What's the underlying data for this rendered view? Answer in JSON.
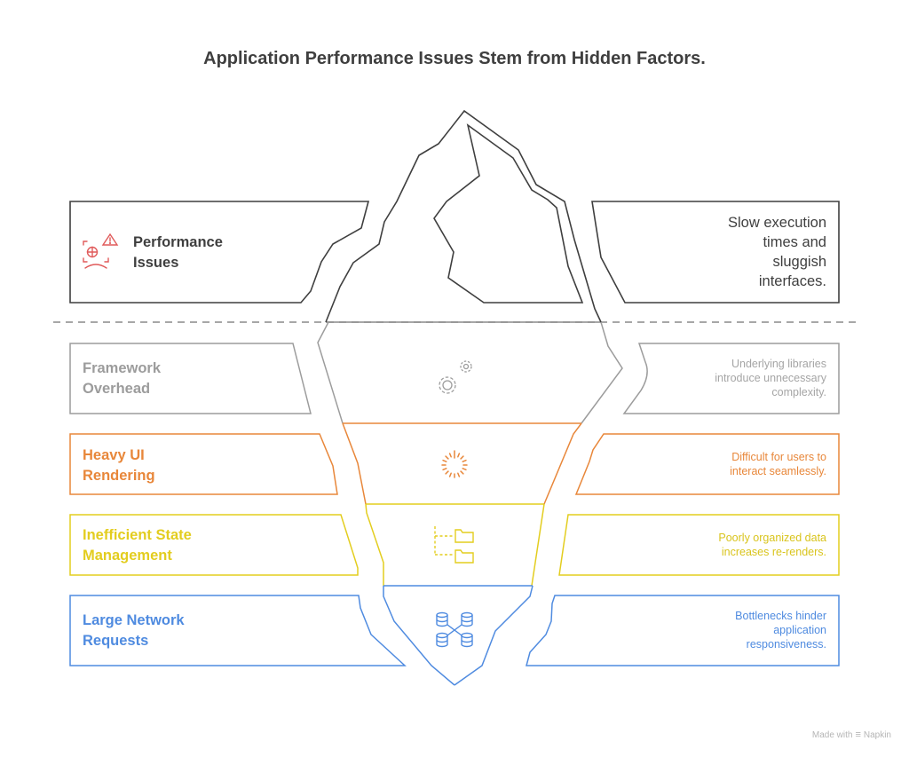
{
  "title": "Application Performance Issues Stem from Hidden Factors.",
  "colors": {
    "tip": "#3f3f3f",
    "tip_icon": "#e05a5a",
    "framework": "#9c9c9c",
    "rendering": "#e8873a",
    "state": "#e3cd1f",
    "network": "#4f8be0",
    "waterline": "#8a8a8a"
  },
  "layers": [
    {
      "id": "performance-issues",
      "label": "Performance Issues",
      "label_lines": [
        "Performance",
        "Issues"
      ],
      "description_lines": [
        "Slow execution",
        "times and",
        "sluggish",
        "interfaces."
      ],
      "icon": "face-recognition-warning-icon",
      "position": "above-water"
    },
    {
      "id": "framework-overhead",
      "label": "Framework Overhead",
      "label_lines": [
        "Framework",
        "Overhead"
      ],
      "description_lines": [
        "Underlying libraries",
        "introduce unnecessary",
        "complexity."
      ],
      "icon": "gears-icon",
      "position": "below-water"
    },
    {
      "id": "heavy-ui-rendering",
      "label": "Heavy UI Rendering",
      "label_lines": [
        "Heavy UI",
        "Rendering"
      ],
      "description_lines": [
        "Difficult for users to",
        "interact seamlessly."
      ],
      "icon": "loading-spinner-icon",
      "position": "below-water"
    },
    {
      "id": "inefficient-state-management",
      "label": "Inefficient State Management",
      "label_lines": [
        "Inefficient State",
        "Management"
      ],
      "description_lines": [
        "Poorly organized data",
        "increases re-renders."
      ],
      "icon": "folder-tree-icon",
      "position": "below-water"
    },
    {
      "id": "large-network-requests",
      "label": "Large Network Requests",
      "label_lines": [
        "Large Network",
        "Requests"
      ],
      "description_lines": [
        "Bottlenecks hinder",
        "application",
        "responsiveness."
      ],
      "icon": "database-network-icon",
      "position": "below-water"
    }
  ],
  "footer": {
    "made_with": "Made with",
    "brand": "Napkin"
  }
}
